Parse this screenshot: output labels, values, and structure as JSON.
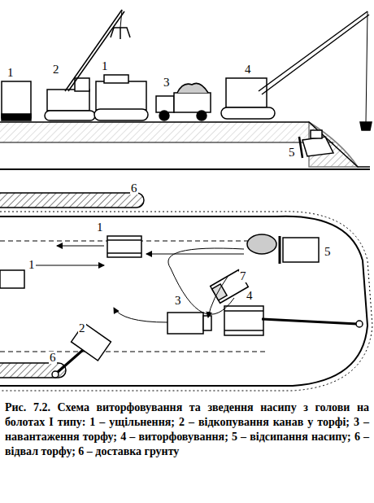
{
  "diagram": {
    "caption": "Рис. 7.2. Схема виторфовування та зведення насипу з голови на болотах I типу: 1 – ущільнення; 2 – відкопування канав у торфі; 3 – навантаження торфу; 4 – виторфовування; 5 – відсипання насипу; 6 – відвал торфу; 6 – доставка грунту",
    "labels": [
      "1",
      "2",
      "1",
      "3",
      "4",
      "5",
      "6",
      "1",
      "5",
      "1",
      "7",
      "3",
      "4",
      "2",
      "6"
    ]
  }
}
